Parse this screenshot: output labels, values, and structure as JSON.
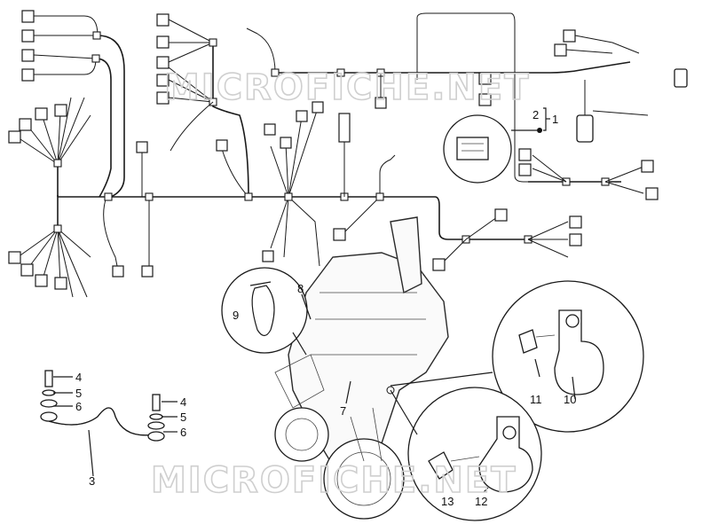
{
  "watermark": "MICROFICHE.NET",
  "callouts": [
    {
      "id": "c1",
      "text": "1"
    },
    {
      "id": "c2",
      "text": "2"
    },
    {
      "id": "c3",
      "text": "3"
    },
    {
      "id": "c4a",
      "text": "4"
    },
    {
      "id": "c5a",
      "text": "5"
    },
    {
      "id": "c6a",
      "text": "6"
    },
    {
      "id": "c4b",
      "text": "4"
    },
    {
      "id": "c5b",
      "text": "5"
    },
    {
      "id": "c6b",
      "text": "6"
    },
    {
      "id": "c7",
      "text": "7"
    },
    {
      "id": "c8",
      "text": "8"
    },
    {
      "id": "c9",
      "text": "9"
    },
    {
      "id": "c10",
      "text": "10"
    },
    {
      "id": "c11",
      "text": "11"
    },
    {
      "id": "c12",
      "text": "12"
    },
    {
      "id": "c13",
      "text": "13"
    }
  ]
}
